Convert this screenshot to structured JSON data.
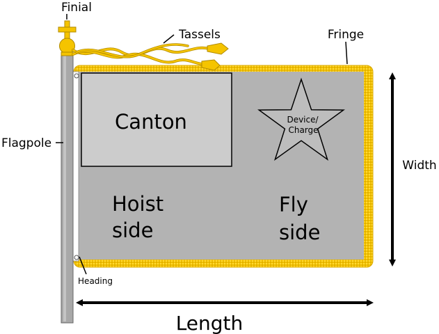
{
  "labels": {
    "finial": "Finial",
    "tassels": "Tassels",
    "fringe": "Fringe",
    "flagpole": "Flagpole",
    "width": "Width",
    "length": "Length",
    "heading": "Heading",
    "canton": "Canton",
    "device_line1": "Device/",
    "device_line2": "Charge",
    "hoist_line1": "Hoist",
    "hoist_line2": "side",
    "fly_line1": "Fly",
    "fly_line2": "side"
  },
  "colors": {
    "flag_field": "#b3b3b3",
    "canton_fill": "#cccccc",
    "fringe": "#f2c200",
    "fringe_edge": "#d9a800",
    "pole": "#a8a8a8",
    "pole_edge": "#666666",
    "finial_gold": "#f5c400",
    "gold_edge": "#b08a00",
    "star_fill": "#bdbdbd",
    "line": "#000000"
  }
}
